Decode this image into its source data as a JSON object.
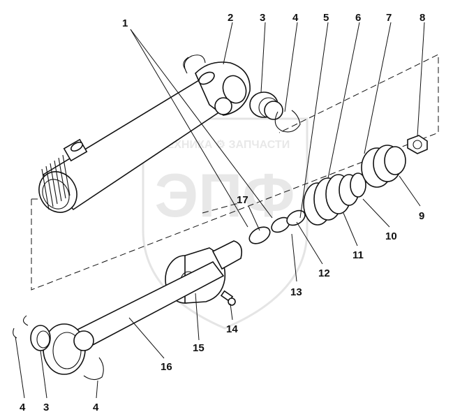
{
  "watermark": {
    "company_line": "ТЕХНИКА ⚙ ЗАПЧАСТИ",
    "logo_letters": "ЭПФ"
  },
  "diagram": {
    "labels": [
      "1",
      "2",
      "3",
      "4",
      "5",
      "6",
      "7",
      "8",
      "9",
      "10",
      "11",
      "12",
      "13",
      "14",
      "15",
      "16",
      "17",
      "4",
      "3",
      "4"
    ]
  }
}
